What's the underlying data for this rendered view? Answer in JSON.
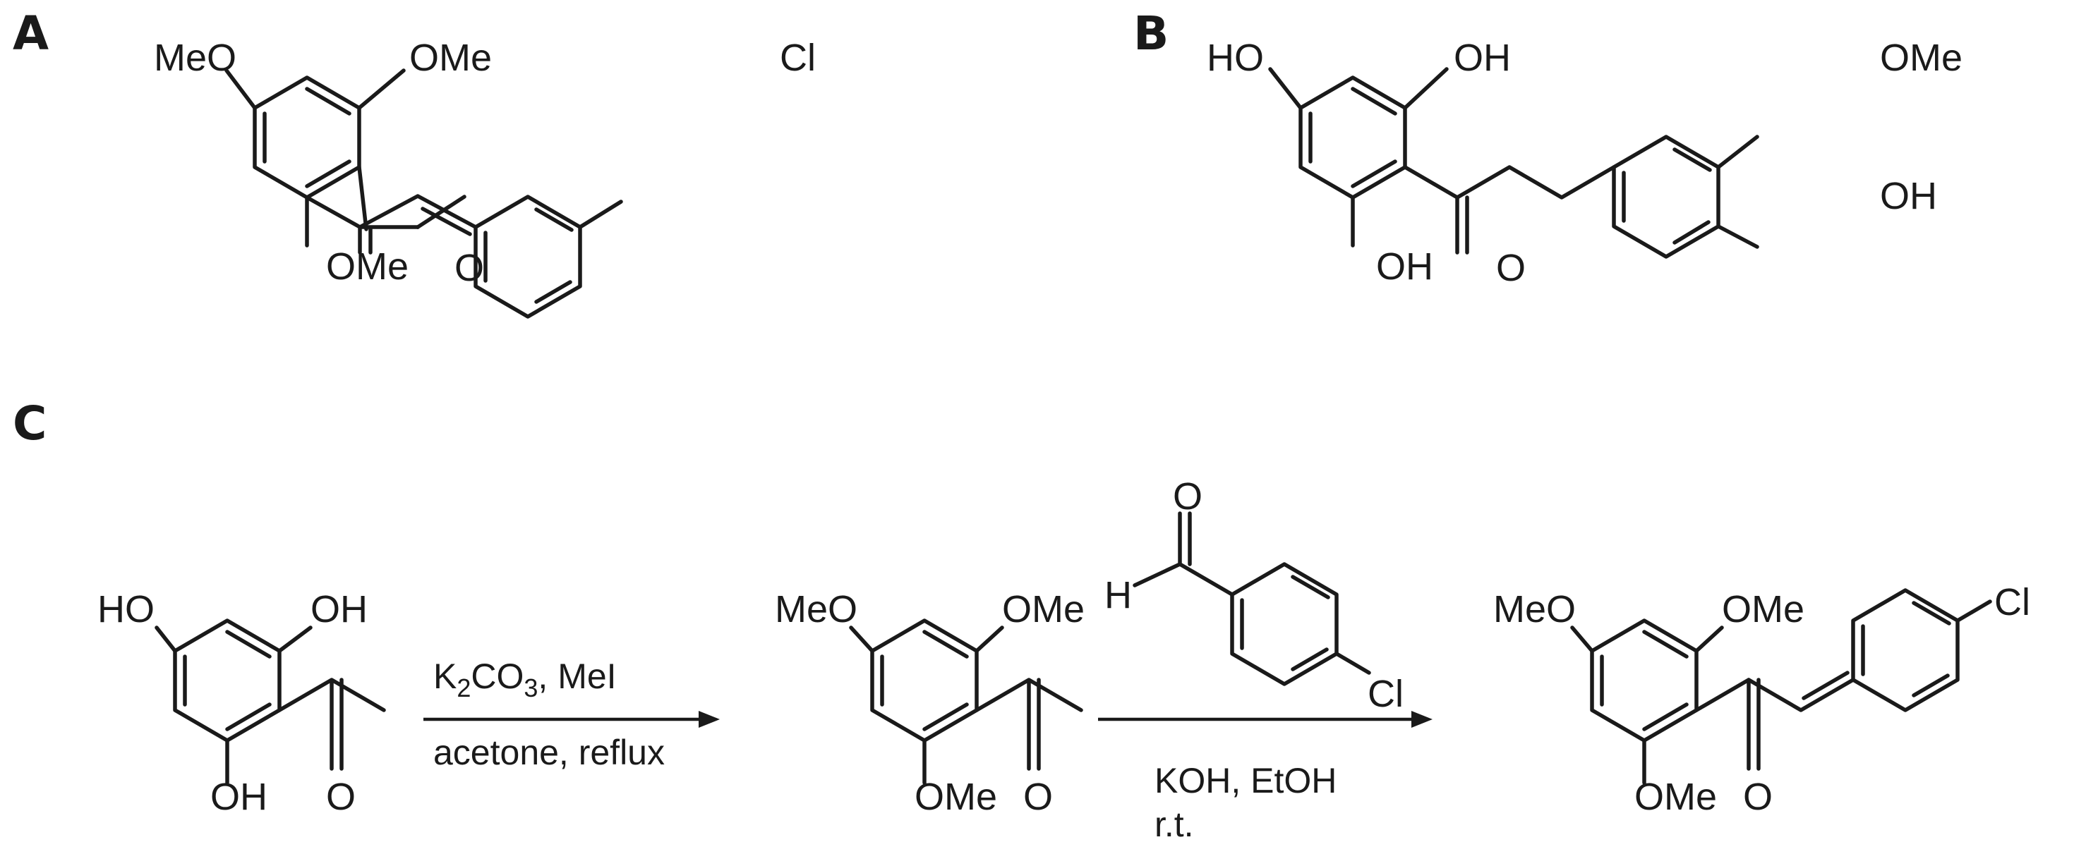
{
  "panels": {
    "a": "A",
    "b": "B",
    "c": "C"
  },
  "molecule_a": {
    "sub_top_left": "MeO",
    "sub_top_right": "OMe",
    "sub_bottom": "OMe",
    "carbonyl": "O",
    "halogen": "Cl"
  },
  "molecule_b": {
    "sub_top_left": "HO",
    "sub_top_right": "OH",
    "sub_bottom": "OH",
    "carbonyl": "O",
    "sub_right_upper": "OMe",
    "sub_right_lower": "OH"
  },
  "scheme": {
    "start": {
      "sub_top_left": "HO",
      "sub_top_right": "OH",
      "sub_bottom": "OH",
      "carbonyl": "O"
    },
    "step1": {
      "reagent_main": "K",
      "reagent_sub1": "2",
      "reagent_mid": "CO",
      "reagent_sub2": "3",
      "reagent_tail": ", MeI",
      "conditions": "acetone, reflux"
    },
    "intermediate": {
      "sub_top_left": "MeO",
      "sub_top_right": "OMe",
      "sub_bottom": "OMe",
      "carbonyl": "O"
    },
    "aldehyde": {
      "oxygen": "O",
      "hydrogen": "H",
      "halogen": "Cl"
    },
    "step2": {
      "reagents": "KOH, EtOH",
      "temperature": "r.t."
    },
    "product": {
      "sub_top_left": "MeO",
      "sub_top_right": "OMe",
      "sub_bottom": "OMe",
      "carbonyl": "O",
      "halogen": "Cl"
    }
  }
}
